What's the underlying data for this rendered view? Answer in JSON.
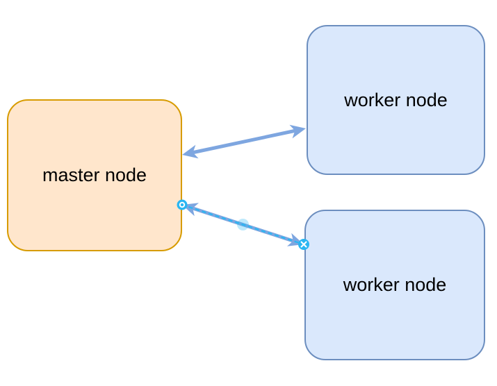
{
  "diagram": {
    "canvas_background": "#FFFFFF",
    "text_color": "#000000",
    "nodes": [
      {
        "id": "master-node",
        "label": "master node",
        "fill": "#FFE6CC",
        "stroke": "#D79B00"
      },
      {
        "id": "worker-node-1",
        "label": "worker node",
        "fill": "#DAE8FC",
        "stroke": "#6C8EBF"
      },
      {
        "id": "worker-node-2",
        "label": "worker node",
        "fill": "#DAE8FC",
        "stroke": "#6C8EBF"
      }
    ],
    "edges": [
      {
        "id": "edge-master-worker1",
        "from": "master-node",
        "to": "worker-node-1",
        "type": "double-arrow",
        "color": "#7EA6E0",
        "selected": false
      },
      {
        "id": "edge-master-worker2",
        "from": "master-node",
        "to": "worker-node-2",
        "type": "double-arrow",
        "color": "#7EA6E0",
        "selected": true
      }
    ],
    "selection": {
      "handle_color": "#29B6F2",
      "dash_color": "#29B6F2",
      "source_handle": "circle-ring-handle",
      "target_handle": "circle-x-handle",
      "midpoint_handle": "translucent-circle-handle"
    }
  }
}
